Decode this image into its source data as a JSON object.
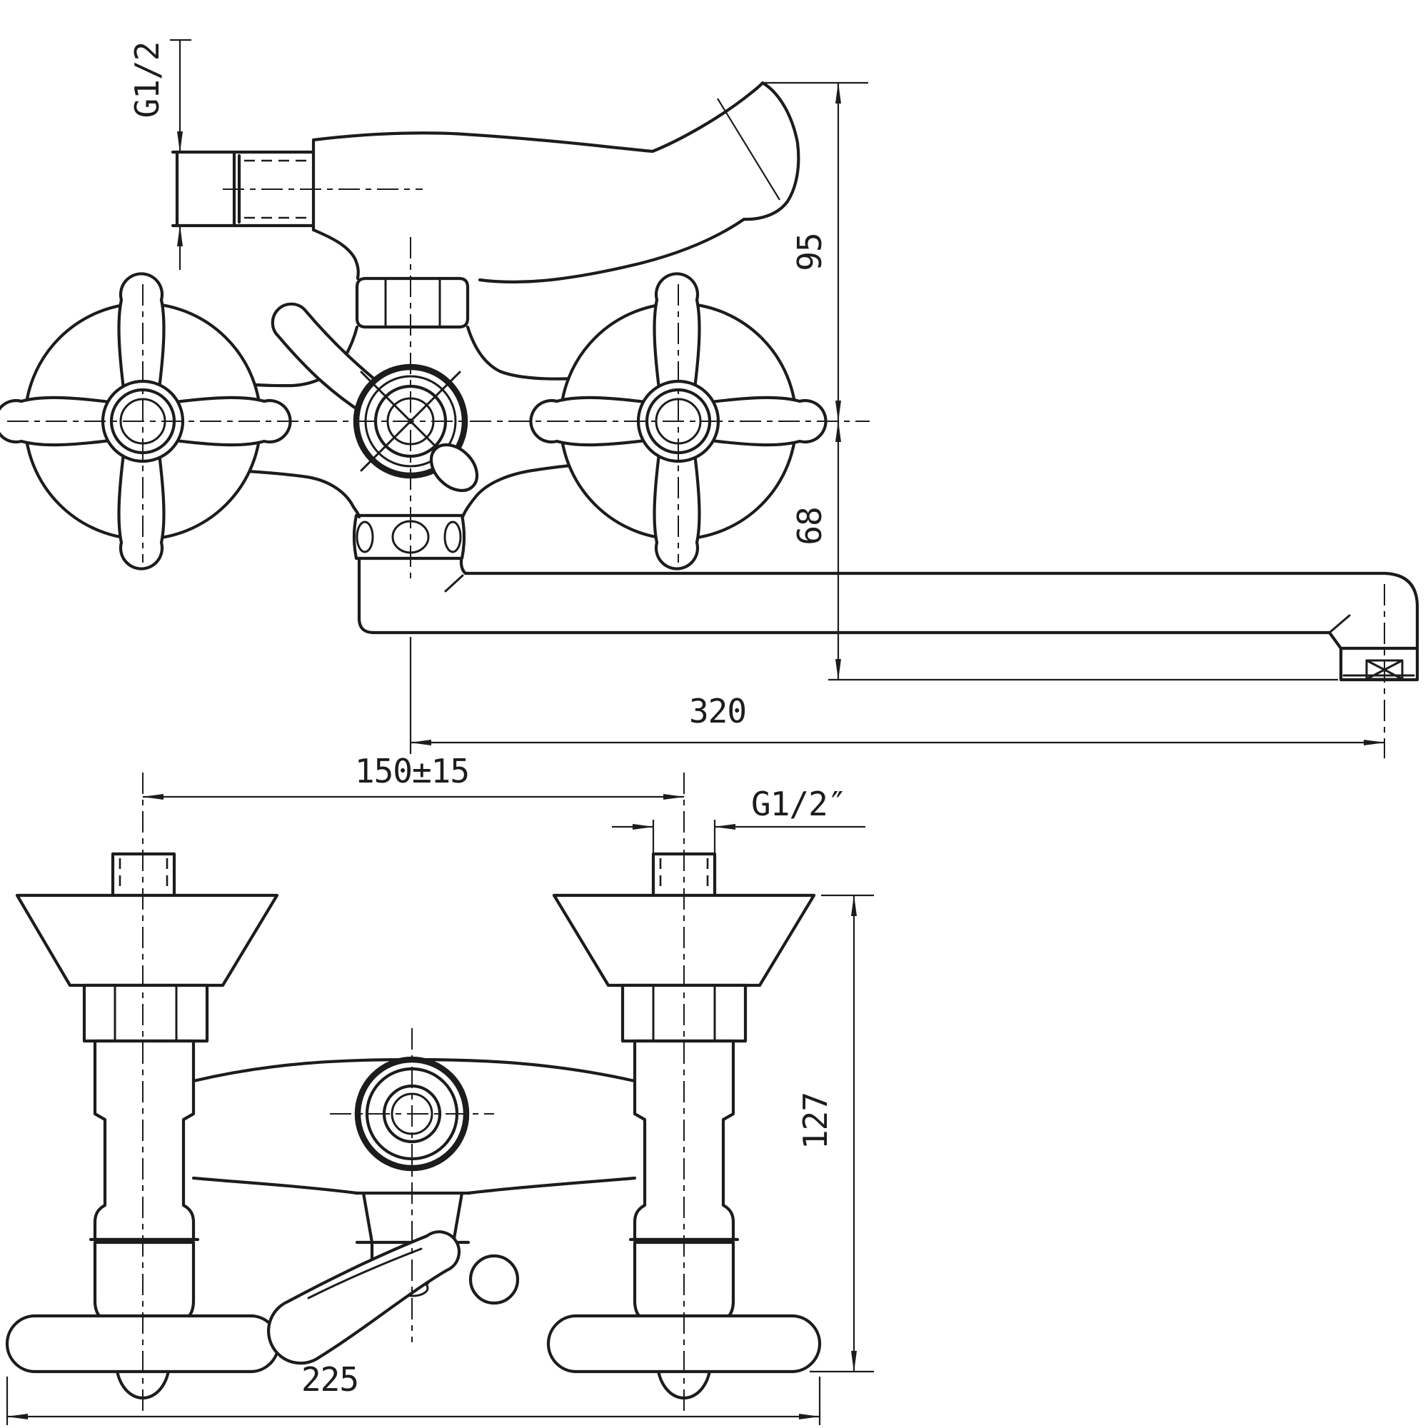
{
  "drawing": {
    "type": "faucet-technical-drawing",
    "background_color": "#ffffff",
    "line_color": "#1c1c1c",
    "front_view": {
      "top_thread_label": "G1/2",
      "upper_height_label": "95",
      "lower_height_label": "68",
      "spout_length_label": "320"
    },
    "plan_view": {
      "center_distance_label": "150±15",
      "thread_label": "G1/2″",
      "height_label": "127",
      "overall_width_label": "225"
    }
  }
}
